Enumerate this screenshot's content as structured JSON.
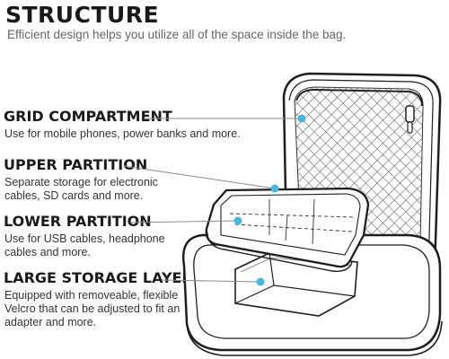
{
  "header": {
    "title": "STRUCTURE",
    "subtitle": "Efficient design helps you utilize all of the space inside the bag."
  },
  "features": [
    {
      "title": "GRID COMPARTMENT",
      "desc_lines": [
        "Use for mobile phones, power banks and more."
      ]
    },
    {
      "title": "UPPER PARTITION",
      "desc_lines": [
        "Separate storage for electronic",
        "cables, SD cards and more."
      ]
    },
    {
      "title": "LOWER PARTITION",
      "desc_lines": [
        "Use for USB cables, headphone",
        "cables and more."
      ]
    },
    {
      "title": "LARGE STORAGE LAYER",
      "desc_lines": [
        "Equipped with removeable, flexible",
        "Velcro that can be adjusted to fit an",
        "adapter and more."
      ]
    }
  ],
  "colors": {
    "callout_dot": "#49b6e0",
    "leader_line": "#8a8a8a",
    "case_fill": "#ffffff",
    "case_outline": "#1e1e1e",
    "mesh": "#555555"
  }
}
